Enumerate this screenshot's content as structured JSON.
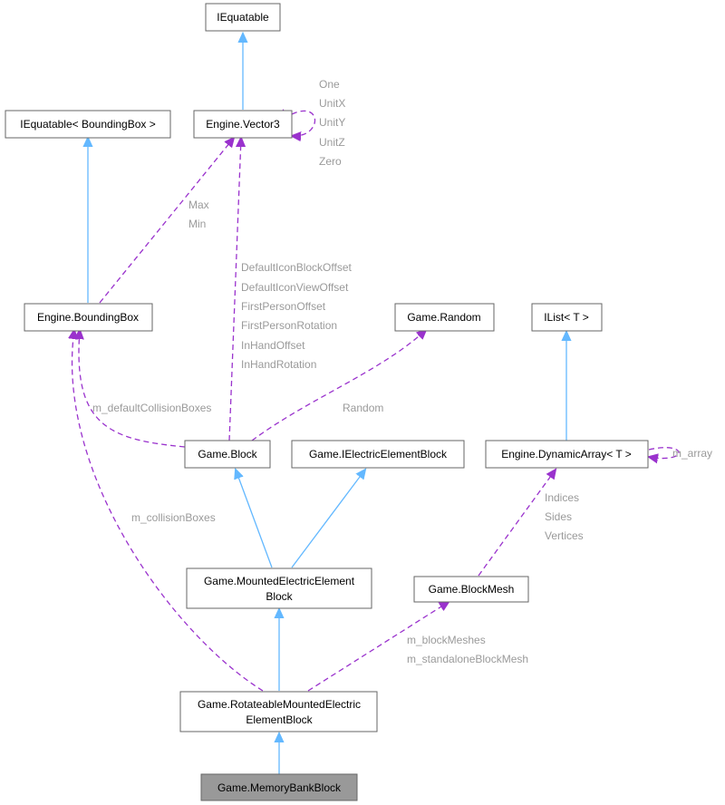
{
  "nodes": {
    "iequatable": "IEquatable",
    "iequatable_bbox": "IEquatable< BoundingBox >",
    "vector3": "Engine.Vector3",
    "bounding_box": "Engine.BoundingBox",
    "random": "Game.Random",
    "ilist": "IList< T >",
    "block": "Game.Block",
    "ielectric": "Game.IElectricElementBlock",
    "dynamic_array": "Engine.DynamicArray< T >",
    "mounted_line1": "Game.MountedElectricElement",
    "mounted_line2": "Block",
    "block_mesh": "Game.BlockMesh",
    "rotateable_line1": "Game.RotateableMountedElectric",
    "rotateable_line2": "ElementBlock",
    "memory_bank": "Game.MemoryBankBlock"
  },
  "edge_labels": {
    "vector3_self": [
      "One",
      "UnitX",
      "UnitY",
      "UnitZ",
      "Zero"
    ],
    "bbox_vector3": [
      "Max",
      "Min"
    ],
    "block_vector3": [
      "DefaultIconBlockOffset",
      "DefaultIconViewOffset",
      "FirstPersonOffset",
      "FirstPersonRotation",
      "InHandOffset",
      "InHandRotation"
    ],
    "block_bbox": "m_defaultCollisionBoxes",
    "block_random": "Random",
    "dynamic_self": "m_array",
    "mesh_dynamic": [
      "Indices",
      "Sides",
      "Vertices"
    ],
    "rotateable_bbox": "m_collisionBoxes",
    "rotateable_mesh": [
      "m_blockMeshes",
      "m_standaloneBlockMesh"
    ]
  },
  "colors": {
    "inheritance_edge": "#63b8ff",
    "member_edge": "#9a32cd",
    "edge_label_text": "#9a9a9a",
    "focus_node_fill": "#999999"
  }
}
